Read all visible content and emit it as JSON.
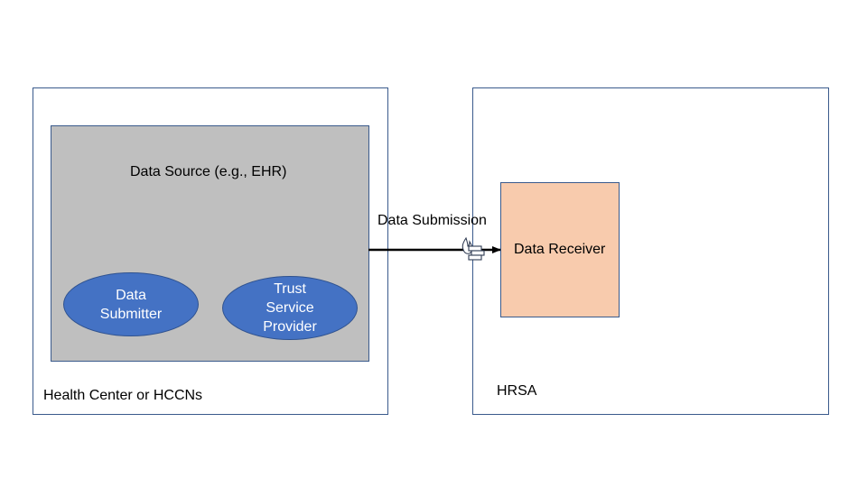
{
  "left_container": {
    "label": "Health Center or HCCNs"
  },
  "right_container": {
    "label": "HRSA"
  },
  "data_source": {
    "label": "Data Source (e.g., EHR)",
    "color": "#bfbfbf",
    "components": [
      {
        "label": "Data\nSubmitter",
        "color": "#4472c4"
      },
      {
        "label": "Trust\nService\nProvider",
        "color": "#4472c4"
      }
    ]
  },
  "data_receiver": {
    "label": "Data Receiver",
    "color": "#f8cbad"
  },
  "connection": {
    "label": "Data Submission",
    "icon": "firewall-icon"
  }
}
